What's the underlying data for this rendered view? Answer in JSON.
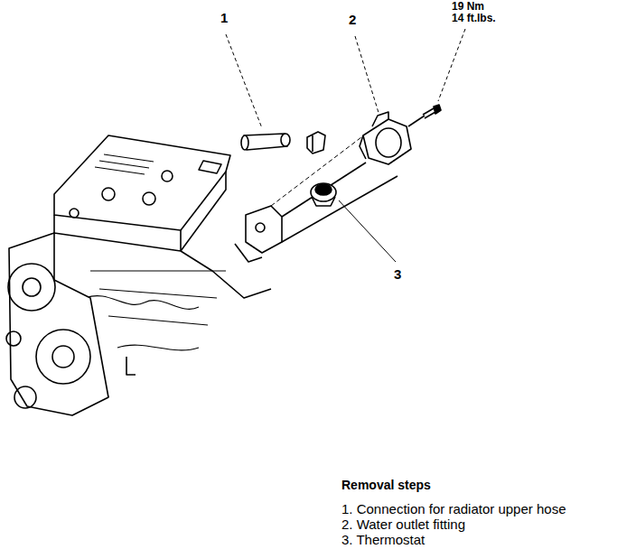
{
  "diagram": {
    "labels": [
      "1",
      "2",
      "19 Nm",
      "14 ft.lbs.",
      "3",
      "Removal steps",
      "1. Connection for radiator upper hose",
      "2. Water outlet fitting",
      "3. Thermostat"
    ]
  }
}
